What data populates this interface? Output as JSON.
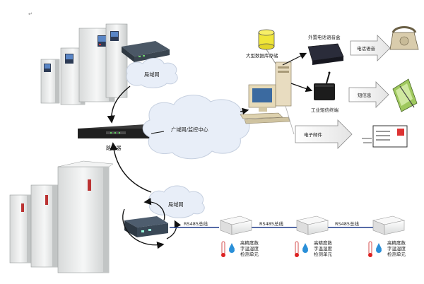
{
  "network": {
    "lan_top": "局域网",
    "wan_center": "广域网/监控中心",
    "router": "路由器",
    "lan_bottom": "局域网"
  },
  "monitoring": {
    "database": "大型数据库存储",
    "phone_box": "外置电话语音盒",
    "sms_terminal": "工业短信终端",
    "voice_call": "电话语音",
    "sms_message": "短信息",
    "email": "电子邮件"
  },
  "sensor_bus": {
    "bus_labels": [
      "RS485总线",
      "RS485总线",
      "RS485总线"
    ],
    "sensors": [
      {
        "lines": [
          "高精度数",
          "字温湿度",
          "检测单元"
        ]
      },
      {
        "lines": [
          "高精度数",
          "字温湿度",
          "检测单元"
        ]
      },
      {
        "lines": [
          "高精度数",
          "字温湿度",
          "检测单元"
        ]
      }
    ]
  },
  "colors": {
    "cloud": "#e8eef8",
    "cloud_stroke": "#c5cfdf",
    "bus_line": "#1e3a8a",
    "cabinet": "#eceeee",
    "router": "#2a2a2a"
  }
}
